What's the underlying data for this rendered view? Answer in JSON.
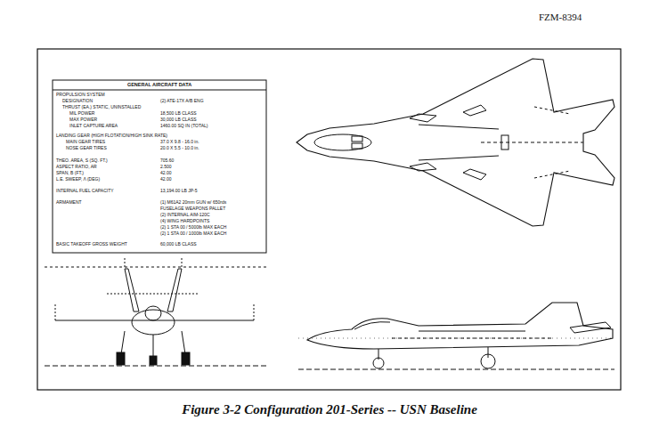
{
  "diagram": {
    "caption": "Figure 3-2 Configuration 201-Series -- USN Baseline",
    "labels": [
      "FZM-8394",
      "GENERAL AIRCRAFT DATA",
      "PROPULSION SYSTEM",
      "DESIGNATION",
      "(2) ATE-17X A/B ENG",
      "THRUST (EA.) STATIC, UNINSTALLED",
      "MIL POWER",
      "18,500 LB CLASS",
      "MAX POWER",
      "30,000 LB CLASS",
      "INLET CAPTURE AREA",
      "1460.00 SQ IN (TOTAL)",
      "LANDING GEAR (HIGH FLOTATION/HIGH SINK RATE)",
      "MAIN GEAR TIRES",
      "37.0 X 9.8 - 16.0 in.",
      "NOSE GEAR TIRES",
      "20.0 X 5.5 - 10.0 in.",
      "THEO. AREA, S (SQ. FT.)",
      "705.60",
      "ASPECT RATIO, AR",
      "2.500",
      "SPAN, B (FT.)",
      "42.00",
      "L.E. SWEEP, Λ (DEG)",
      "42.00",
      "INTERNAL FUEL CAPACITY",
      "13,194.00 LB JP-5",
      "ARMAMENT",
      "(1) M61A2 20mm GUN w/ 650rds",
      "FUSELAGE WEAPONS PALLET",
      "(2) INTERNAL AIM-120C",
      "(4) WING HARDPOINTS",
      "(2) 1 STA 00 / 5000lb MAX EACH",
      "(2) 1 STA 00 / 1000lb MAX EACH",
      "BASIC TAKEOFF GROSS WEIGHT",
      "60,000 LB CLASS"
    ]
  }
}
